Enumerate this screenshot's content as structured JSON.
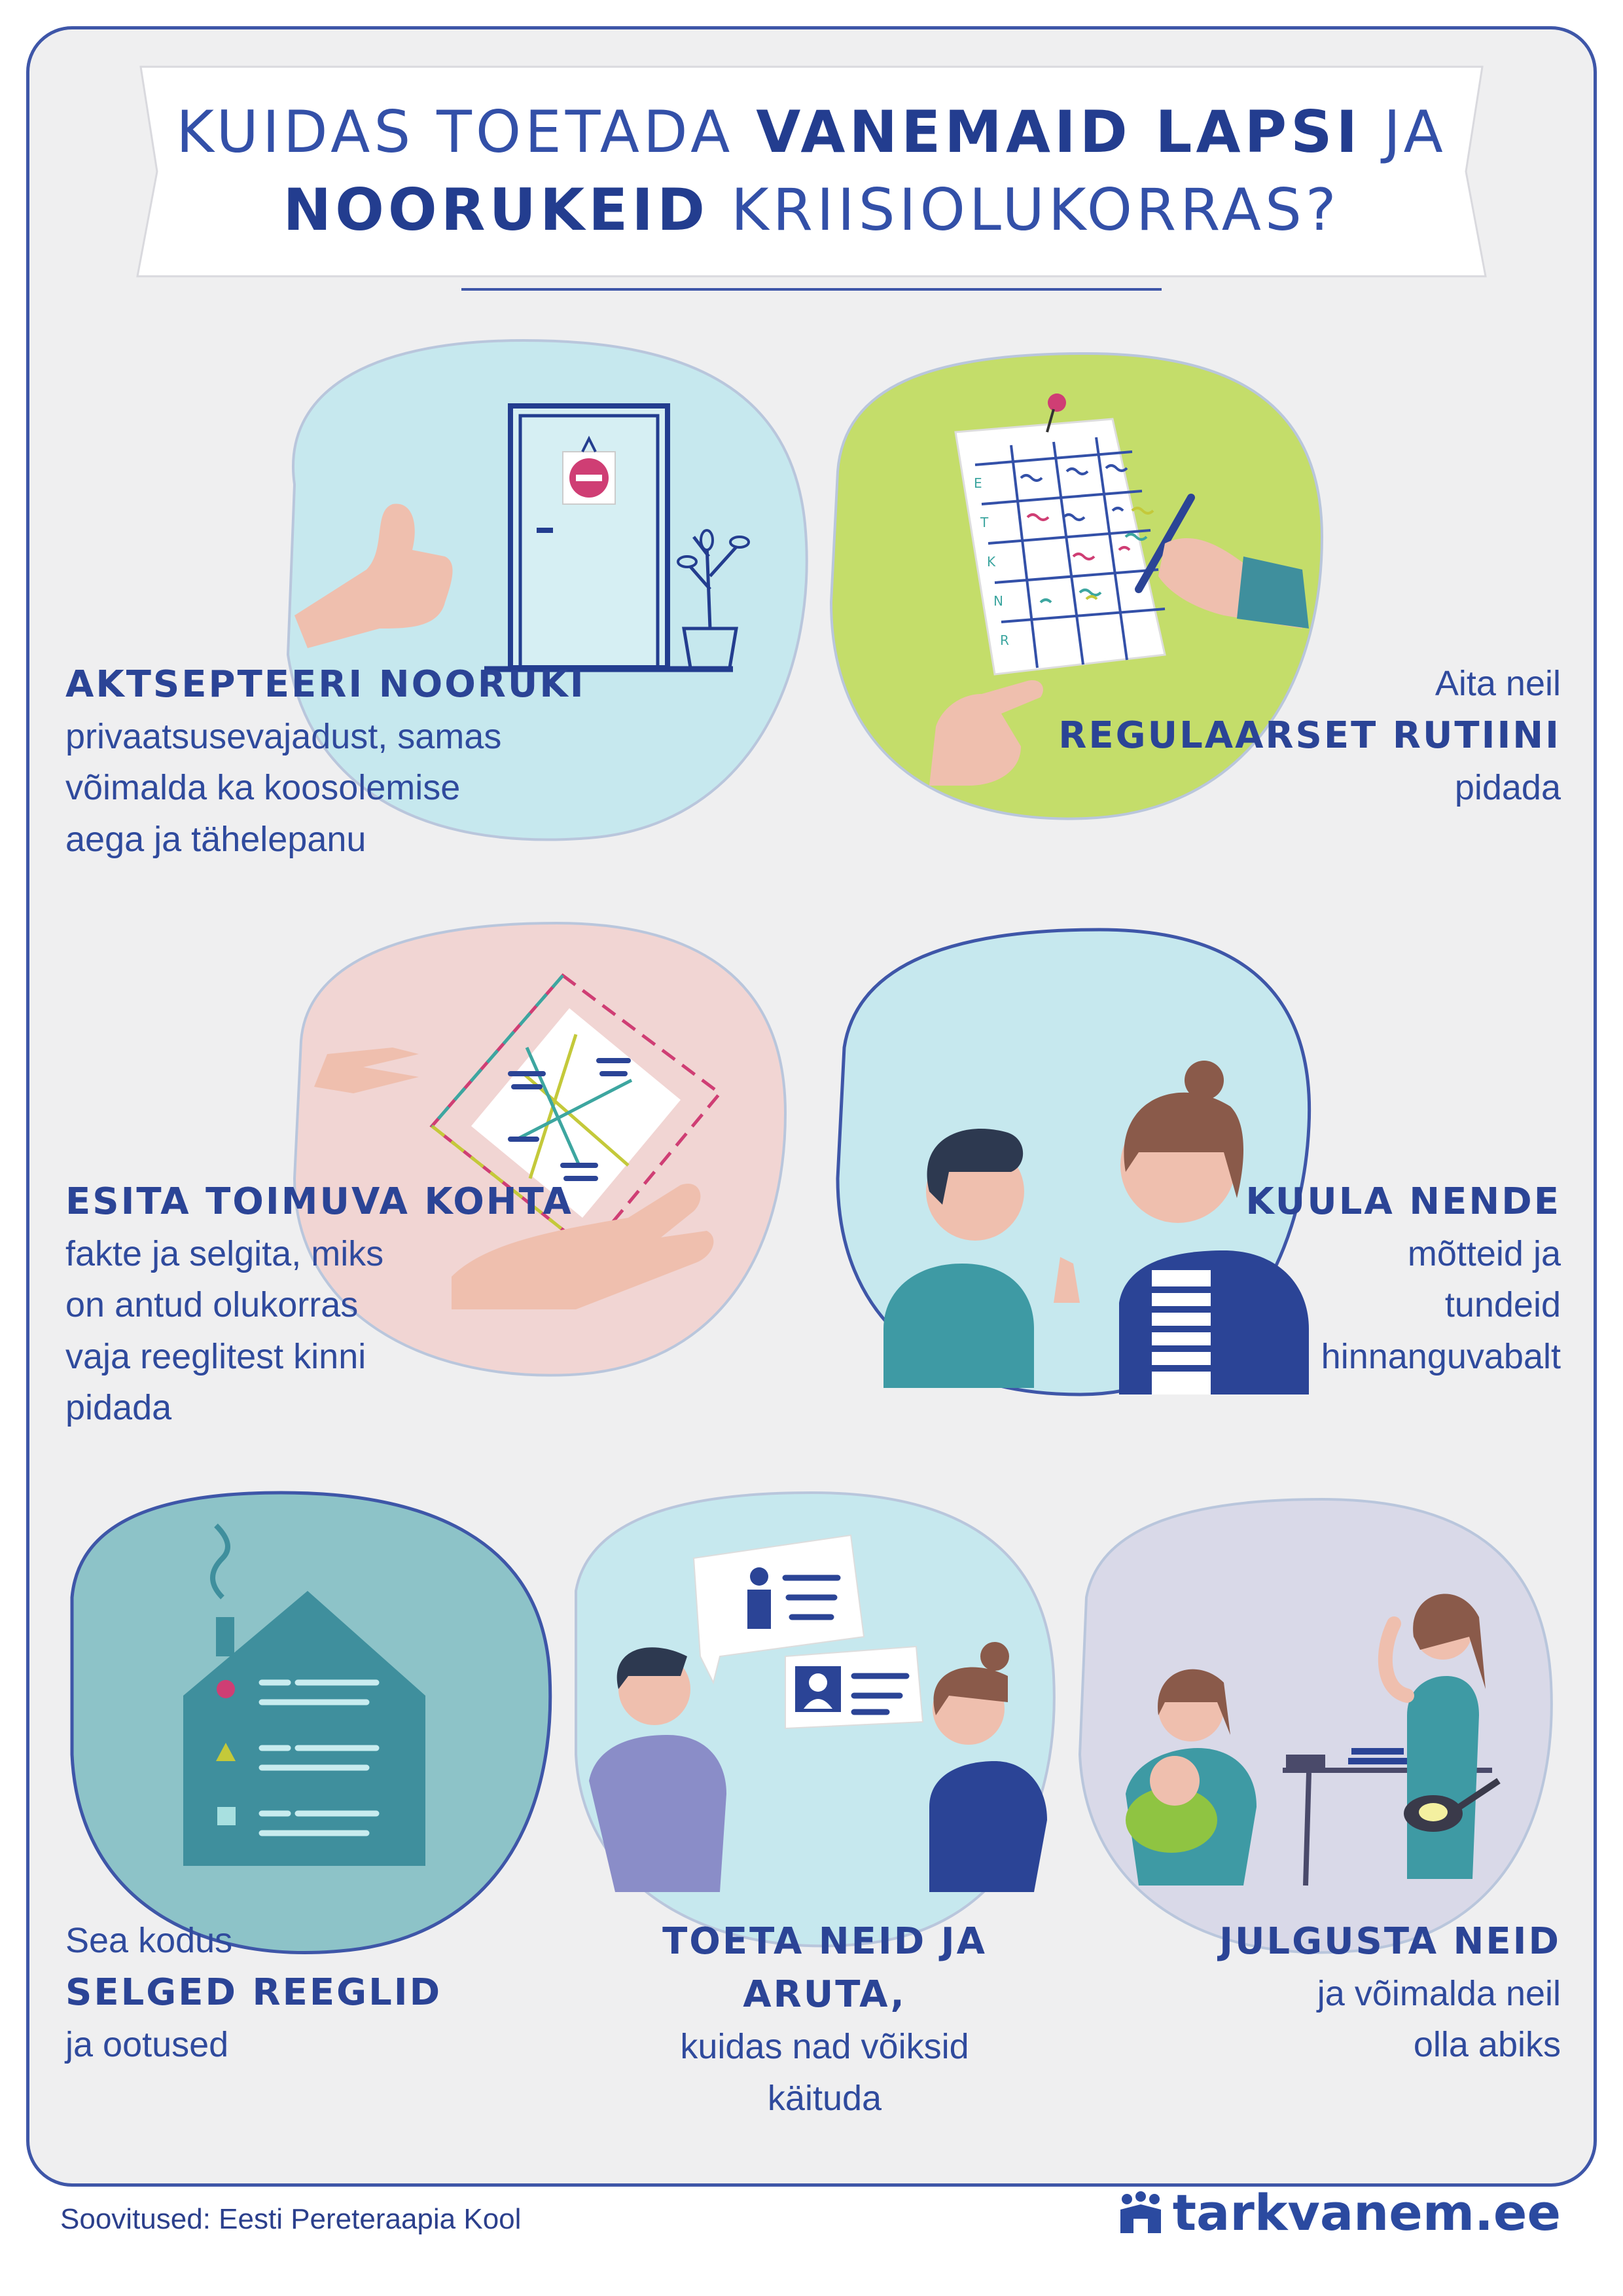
{
  "title": {
    "line1_a": "KUIDAS TOETADA ",
    "line1_b": "VANEMAID LAPSI",
    "line1_c": " JA",
    "line2_a": "NOORUKEID",
    "line2_b": " KRIISIOLUKORRAS?"
  },
  "items": [
    {
      "head": "AKTSEPTEERI NOORUKI",
      "lines": [
        "privaatsusevajadust, samas",
        "võimalda ka koosolemise",
        "aega ja tähelepanu"
      ]
    },
    {
      "pre": "Aita neil",
      "head": "REGULAARSET RUTIINI",
      "post": "pidada"
    },
    {
      "head": "ESITA TOIMUVA KOHTA",
      "lines": [
        "fakte ja selgita, miks",
        "on antud olukorras",
        "vaja reeglitest kinni",
        "pidada"
      ]
    },
    {
      "head": "KUULA NENDE",
      "lines": [
        "mõtteid ja",
        "tundeid",
        "hinnanguvabalt"
      ]
    },
    {
      "pre": "Sea kodus",
      "head": "SELGED REEGLID",
      "post": "ja ootused"
    },
    {
      "head": "TOETA NEID JA ARUTA,",
      "lines": [
        "kuidas nad võiksid",
        "käituda"
      ]
    },
    {
      "head": "JULGUSTA NEID",
      "lines": [
        "ja võimalda neil",
        "olla abiks"
      ]
    }
  ],
  "schedule_letters": [
    "E",
    "T",
    "K",
    "N",
    "R"
  ],
  "footer": {
    "source": "Soovitused: Eesti Pereteraapia Kool",
    "brand": "tarkvanem.ee"
  },
  "icons": [
    "thumbs-up-icon",
    "door-icon",
    "no-entry-sign-icon",
    "plant-icon",
    "schedule-paper-icon",
    "pushpin-icon",
    "pen-icon",
    "pointing-hand-icon",
    "card-icon",
    "talking-people-icon",
    "house-icon",
    "speech-bubble-icon",
    "family-icon",
    "tarkvanem-logo-icon"
  ],
  "colors": {
    "primary": "#2b4496",
    "frame": "#3e56a8",
    "background": "#efeff0",
    "blob_cyan": "#c6e8ee",
    "blob_green": "#c4dd6a",
    "blob_pink": "#f1d5d3",
    "blob_teal": "#8dc3c8",
    "blob_lavender": "#d9d9e8",
    "skin": "#efbfae"
  }
}
